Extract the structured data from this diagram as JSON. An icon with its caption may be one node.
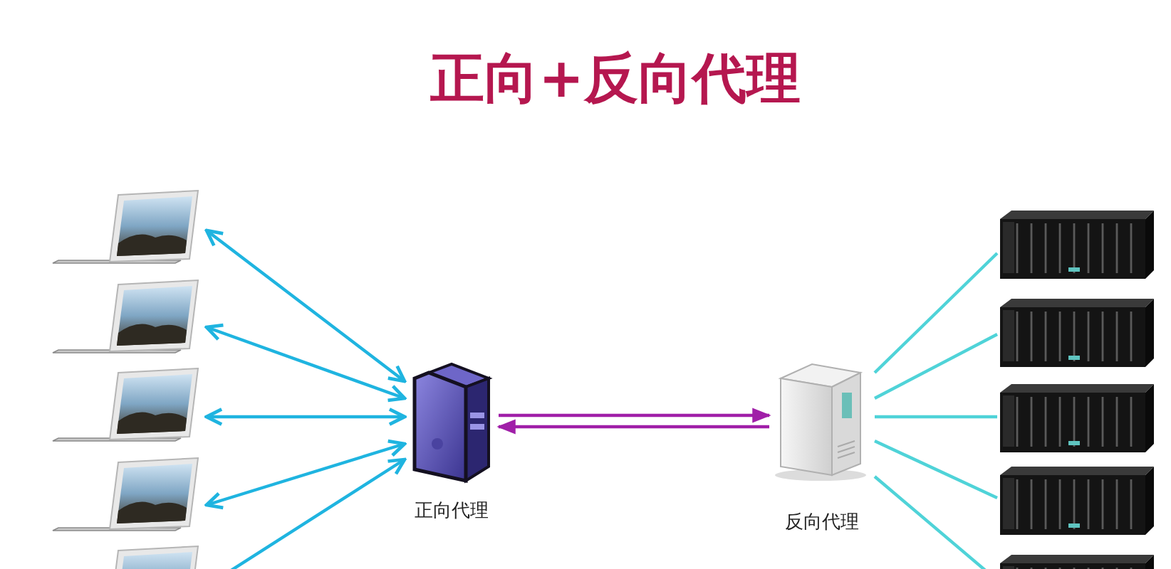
{
  "diagram": {
    "title": "正向+反向代理",
    "nodes": [
      {
        "text": [],
        "shape": "picture"
      },
      {
        "text": [],
        "shape": "picture"
      },
      {
        "text": [],
        "shape": "picture"
      },
      {
        "text": [],
        "shape": "picture"
      },
      {
        "text": [],
        "shape": "picture"
      },
      {
        "text": [
          "正向代理"
        ]
      },
      {
        "text": [
          "反向代理"
        ]
      },
      {
        "text": [],
        "shape": "picture"
      },
      {
        "text": [],
        "shape": "picture"
      },
      {
        "text": [],
        "shape": "picture"
      },
      {
        "text": [],
        "shape": "picture"
      },
      {
        "text": [],
        "shape": "picture"
      }
    ],
    "edges": [
      {
        "from": 0,
        "to": 5,
        "arrow": "both"
      },
      {
        "from": 1,
        "to": 5,
        "arrow": "both"
      },
      {
        "from": 2,
        "to": 5,
        "arrow": "both"
      },
      {
        "from": 3,
        "to": 5,
        "arrow": "both"
      },
      {
        "from": 4,
        "to": 5,
        "arrow": "to"
      },
      {
        "from": 5,
        "to": 6,
        "arrow": "to",
        "color": "#a01fa8"
      },
      {
        "from": 6,
        "to": 5,
        "arrow": "to",
        "color": "#a01fa8"
      },
      {
        "from": 6,
        "to": 7,
        "arrow": "none",
        "color": "#4fd3d8"
      },
      {
        "from": 6,
        "to": 8,
        "arrow": "none",
        "color": "#4fd3d8"
      },
      {
        "from": 6,
        "to": 9,
        "arrow": "none",
        "color": "#4fd3d8"
      },
      {
        "from": 6,
        "to": 10,
        "arrow": "none",
        "color": "#4fd3d8"
      },
      {
        "from": 6,
        "to": 11,
        "arrow": "none",
        "color": "#4fd3d8"
      }
    ]
  }
}
